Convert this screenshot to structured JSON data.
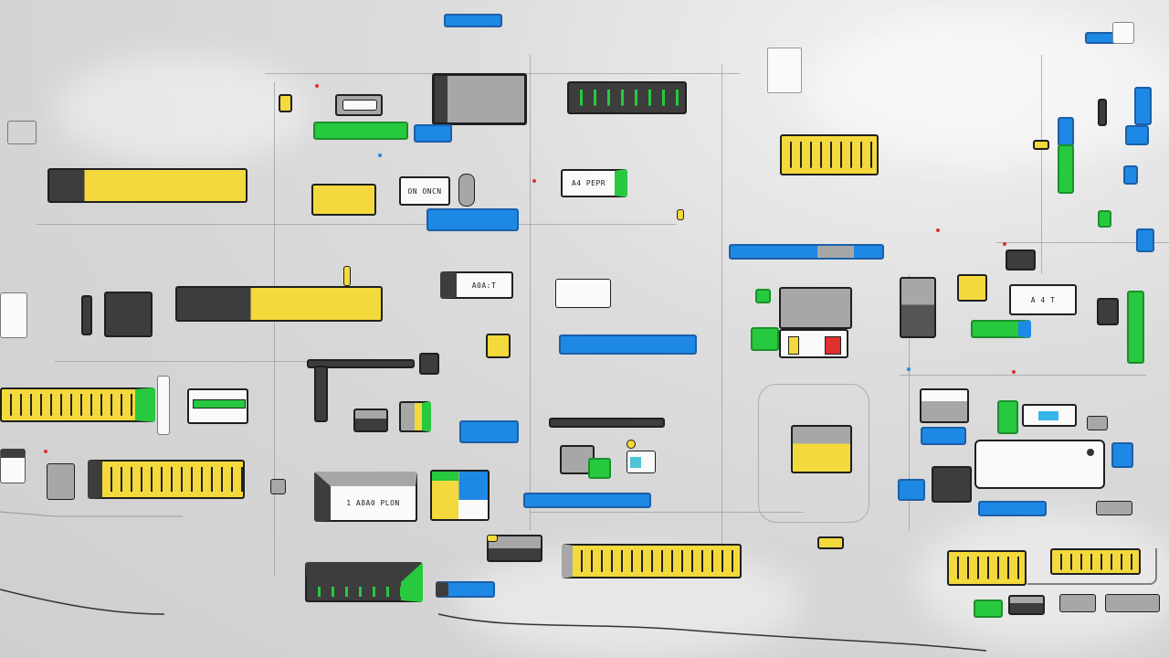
{
  "labels": {
    "label_a": "A4 PEPR",
    "label_b": "ON ONCN",
    "label_c": "A0A:T",
    "label_d": "1 A8A0 PLON",
    "label_e": "A 4 T"
  },
  "colors": {
    "yellow": "#f3d93c",
    "blue": "#1e88e5",
    "green": "#27c93f",
    "dark": "#3d3d3d",
    "gray": "#a7a7a7",
    "red": "#e03030",
    "background": "#d9d9d9"
  }
}
